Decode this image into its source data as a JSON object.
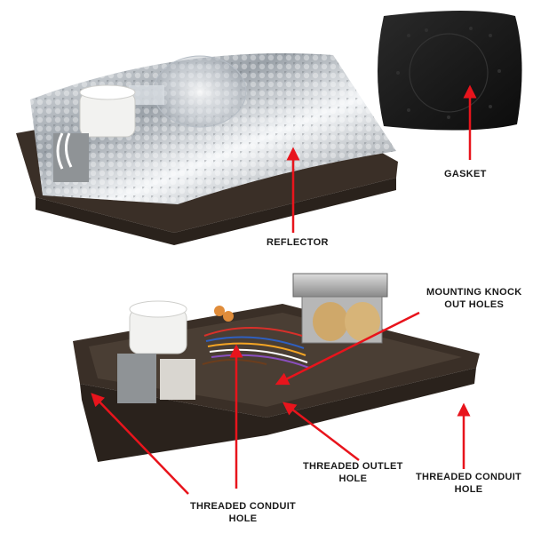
{
  "labels": {
    "gasket": "GASKET",
    "reflector": "REFLECTOR",
    "mounting_knock_line1": "MOUNTING KNOCK",
    "mounting_knock_line2": "OUT HOLES",
    "threaded_outlet_line1": "THREADED OUTLET",
    "threaded_outlet_line2": "HOLE",
    "threaded_conduit_right_line1": "THREADED CONDUIT",
    "threaded_conduit_right_line2": "HOLE",
    "threaded_conduit_left_line1": "THREADED CONDUIT",
    "threaded_conduit_left_line2": "HOLE"
  },
  "colors": {
    "arrow": "#e8141c",
    "housing": "#3a2f27",
    "gasket": "#161616",
    "reflector": "#c9cdd2"
  }
}
